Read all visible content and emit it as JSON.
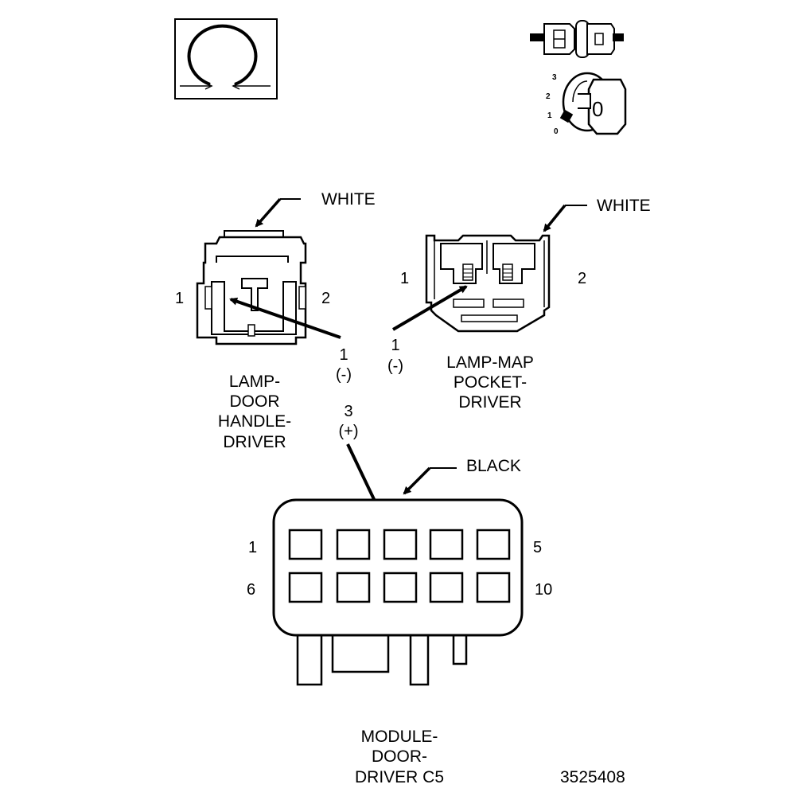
{
  "icons": {
    "ohmmeter": "ohmmeter-symbol-icon",
    "connector_disconnect": "disconnect-connector-icon",
    "ignition": "ignition-key-icon"
  },
  "ignition": {
    "positions": [
      "3",
      "2",
      "1",
      "0"
    ],
    "key_label": "0"
  },
  "door_handle_lamp": {
    "color_label": "WHITE",
    "pin_left": "1",
    "pin_right": "2",
    "name_lines": [
      "LAMP-",
      "DOOR",
      "HANDLE-",
      "DRIVER"
    ],
    "probe_pin": "1",
    "probe_polarity": "(-)"
  },
  "map_pocket_lamp": {
    "color_label": "WHITE",
    "pin_left": "1",
    "pin_right": "2",
    "name_lines": [
      "LAMP-MAP",
      "POCKET-",
      "DRIVER"
    ],
    "probe_pin": "1",
    "probe_polarity": "(-)"
  },
  "door_module": {
    "color_label": "BLACK",
    "pin_top_left": "1",
    "pin_top_right": "5",
    "pin_bottom_left": "6",
    "pin_bottom_right": "10",
    "probe_pin": "3",
    "probe_polarity": "(+)",
    "name_lines": [
      "MODULE-",
      "DOOR-",
      "DRIVER C5"
    ]
  },
  "figure_id": "3525408"
}
